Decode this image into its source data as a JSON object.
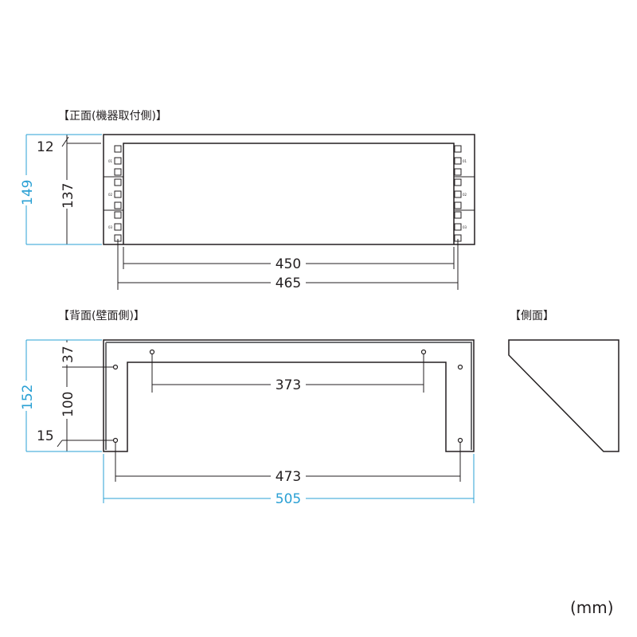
{
  "drawing": {
    "unit_label": "(mm)",
    "colors": {
      "line": "#231f20",
      "overall_dim": "#2aa0d4",
      "panel_edge": "#6d6e71"
    }
  },
  "front_view": {
    "title": "【正面(機器取付側)】",
    "dims": {
      "top_offset": "12",
      "inner_height": "137",
      "overall_height": "149",
      "inner_width": "450",
      "hole_pitch_width": "465"
    },
    "unit_labels_left": [
      "01",
      "02",
      "03"
    ],
    "unit_labels_right": [
      "01",
      "02",
      "03"
    ]
  },
  "back_view": {
    "title": "【背面(壁面側)】",
    "dims": {
      "top_offset": "37",
      "hole_vertical_pitch": "100",
      "bottom_offset": "15",
      "overall_height": "152",
      "inner_hole_pitch": "373",
      "outer_hole_pitch": "473",
      "overall_width": "505"
    }
  },
  "side_view": {
    "title": "【側面】"
  }
}
